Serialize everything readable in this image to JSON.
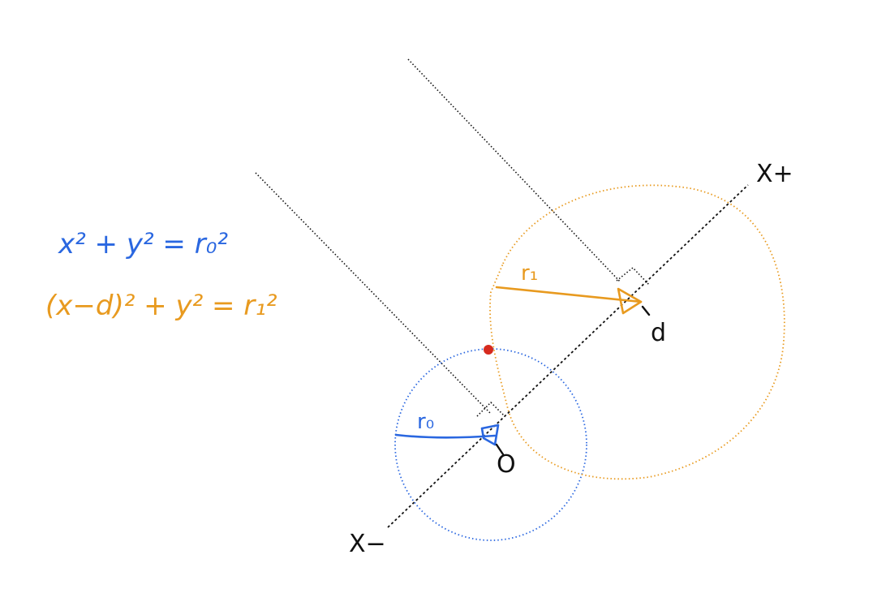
{
  "equations": {
    "circle0": "x² + y² = r₀²",
    "circle1": "(x−d)² + y² = r₁²"
  },
  "labels": {
    "x_plus": "X+",
    "x_minus": "X−",
    "origin": "O",
    "d": "d",
    "r0": "r₀",
    "r1": "r₁"
  },
  "colors": {
    "circle0": "#2a67e0",
    "circle1": "#e89a1f",
    "intersection": "#d62a1e",
    "axis": "#111111"
  }
}
